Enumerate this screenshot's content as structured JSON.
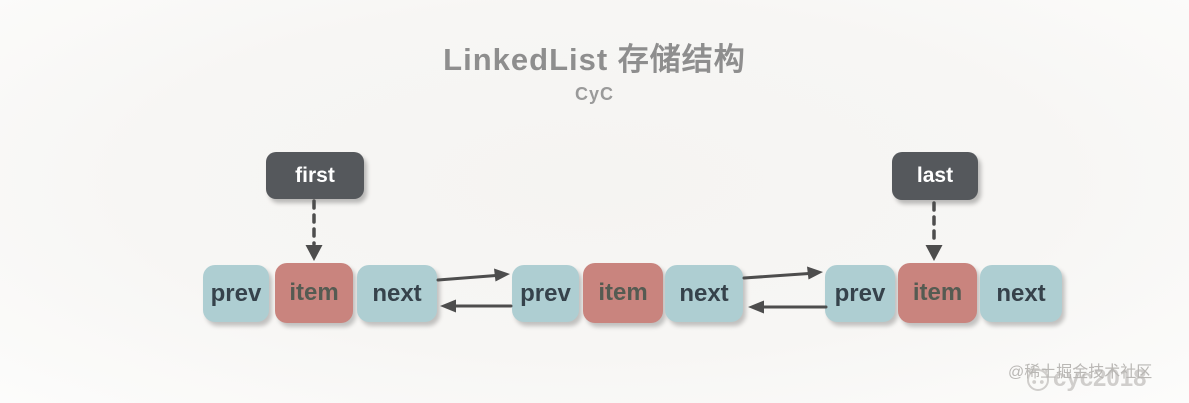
{
  "header": {
    "title": "LinkedList 存储结构",
    "subtitle": "CyC"
  },
  "pointers": {
    "first": {
      "label": "first"
    },
    "last": {
      "label": "last"
    }
  },
  "nodes": [
    {
      "cells": [
        {
          "label": "prev"
        },
        {
          "label": "item"
        },
        {
          "label": "next"
        }
      ]
    },
    {
      "cells": [
        {
          "label": "prev"
        },
        {
          "label": "item"
        },
        {
          "label": "next"
        }
      ]
    },
    {
      "cells": [
        {
          "label": "prev"
        },
        {
          "label": "item"
        },
        {
          "label": "next"
        }
      ]
    }
  ],
  "watermark": {
    "community": "@稀土掘金技术社区",
    "author": "cyc2018",
    "author_icon": "pig-logo-icon"
  },
  "colors": {
    "background": "#f5f4f2",
    "title_text": "#8e8e8e",
    "subtitle_text": "#9a9a9a",
    "pointer_box_bg": "#55585c",
    "pointer_box_text": "#ffffff",
    "cell_link_bg": "#aeced2",
    "cell_link_text": "#36424b",
    "cell_item_bg": "#c9847e",
    "cell_item_text": "#555b52",
    "arrow": "#4d4d4d",
    "watermark_text": "#b7b5b2"
  }
}
